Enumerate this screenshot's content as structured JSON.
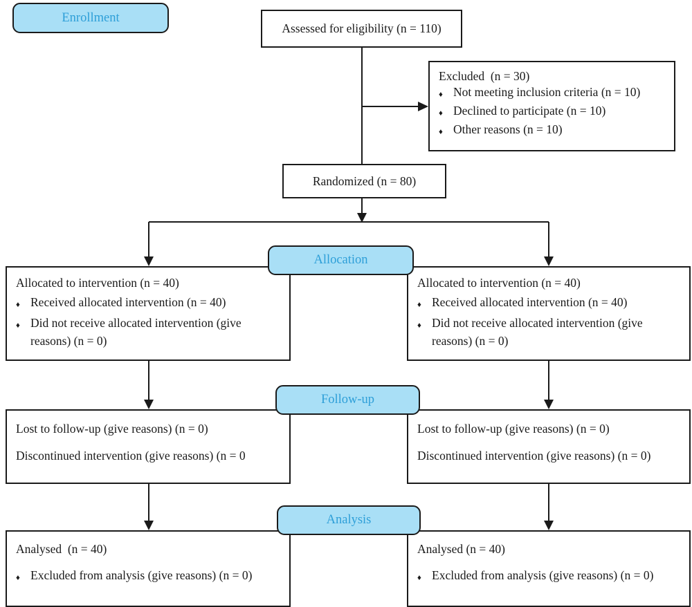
{
  "ui": {
    "bullet_char": "♦"
  },
  "colors": {
    "pill_fill": "#A9DFF6",
    "pill_text": "#2E9FD8",
    "line": "#1A1A1A",
    "box_bg": "#FFFFFF"
  },
  "stages": {
    "enrollment_label": "Enrollment",
    "allocation_label": "Allocation",
    "followup_label": "Follow-up",
    "analysis_label": "Analysis"
  },
  "nodes": {
    "assessed": {
      "text": "Assessed for eligibility (n = 110)"
    },
    "excluded": {
      "title": "Excluded  (n = 30)",
      "items": [
        "Not meeting inclusion criteria (n = 10)",
        "Declined to participate (n = 10)",
        "Other reasons (n = 10)"
      ]
    },
    "randomized": {
      "text": "Randomized (n = 80)"
    },
    "allocation_left": {
      "title": "Allocated to intervention (n = 40)",
      "items": [
        "Received allocated intervention (n = 40)",
        "Did not receive allocated intervention (give reasons) (n = 0)"
      ]
    },
    "allocation_right": {
      "title": "Allocated to intervention (n = 40)",
      "items": [
        "Received allocated intervention (n = 40)",
        "Did not receive allocated intervention (give reasons) (n = 0)"
      ]
    },
    "followup_left": {
      "lines": [
        "Lost to follow-up (give reasons) (n = 0)",
        "Discontinued intervention (give reasons) (n = 0"
      ]
    },
    "followup_right": {
      "lines": [
        "Lost to follow-up (give reasons) (n = 0)",
        "Discontinued intervention (give reasons) (n = 0)"
      ]
    },
    "analysis_left": {
      "title": "Analysed  (n = 40)",
      "items": [
        "Excluded from analysis (give reasons) (n = 0)"
      ]
    },
    "analysis_right": {
      "title": "Analysed (n = 40)",
      "items": [
        "Excluded from analysis (give reasons) (n = 0)"
      ]
    }
  }
}
